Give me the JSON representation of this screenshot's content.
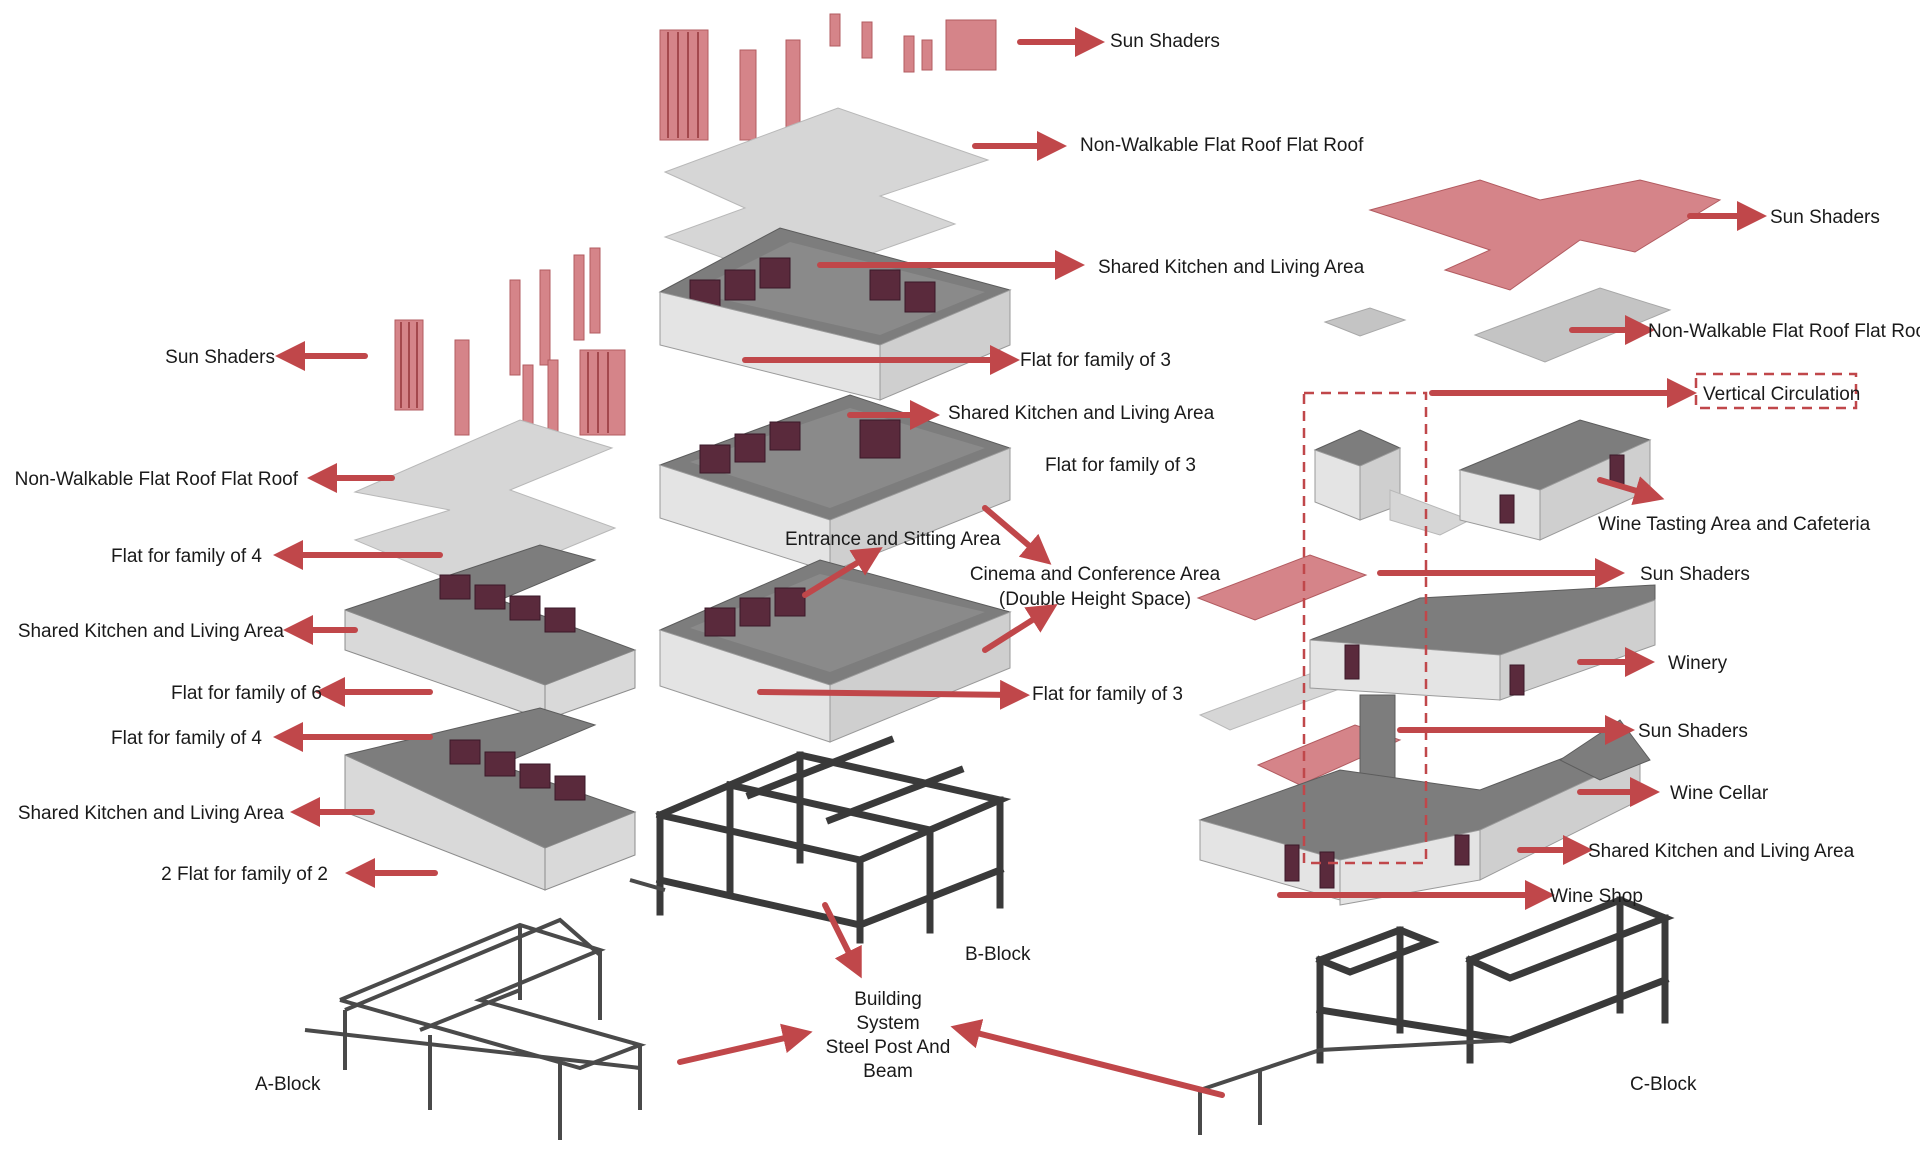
{
  "block_labels": {
    "a_block": "A-Block",
    "b_block": "B-Block",
    "c_block": "C-Block"
  },
  "system": {
    "line1": "Building",
    "line2": "System",
    "line3": "Steel Post And",
    "line4": "Beam"
  },
  "a_labels": {
    "sun_shaders": "Sun Shaders",
    "roof": "Non-Walkable Flat Roof Flat Roof",
    "flat4_upper": "Flat for family of 4",
    "kitchen_upper": "Shared Kitchen and Living Area",
    "flat6": "Flat for family of 6",
    "flat4_lower": "Flat for family of 4",
    "kitchen_lower": "Shared Kitchen and Living Area",
    "flat2": "2 Flat for family of 2"
  },
  "b_labels": {
    "sun_shaders": "Sun Shaders",
    "roof": "Non-Walkable Flat Roof Flat Roof",
    "kitchen_top": "Shared Kitchen and Living Area",
    "flat3_top": "Flat for family of 3",
    "kitchen_mid": "Shared Kitchen and Living Area",
    "flat3_mid": "Flat for family of 3",
    "entrance": "Entrance and Sitting Area",
    "cinema_line1": "Cinema and Conference Area",
    "cinema_line2": "(Double Height Space)",
    "flat3_bottom": "Flat for family of 3"
  },
  "c_labels": {
    "sun_shaders_top": "Sun Shaders",
    "roof": "Non-Walkable Flat Roof Flat Roof",
    "vertical_circulation": "Vertical Circulation",
    "wine_tasting": "Wine Tasting Area and Cafeteria",
    "sun_shaders_mid": "Sun Shaders",
    "winery": "Winery",
    "sun_shaders_low": "Sun Shaders",
    "wine_cellar": "Wine Cellar",
    "kitchen": "Shared Kitchen and Living Area",
    "wine_shop": "Wine Shop"
  },
  "colors": {
    "accent_red": "#c0474a",
    "shader_pink": "#d58489",
    "interior_plum": "#5a2a3c",
    "frame_dark": "#3a3a3a"
  }
}
